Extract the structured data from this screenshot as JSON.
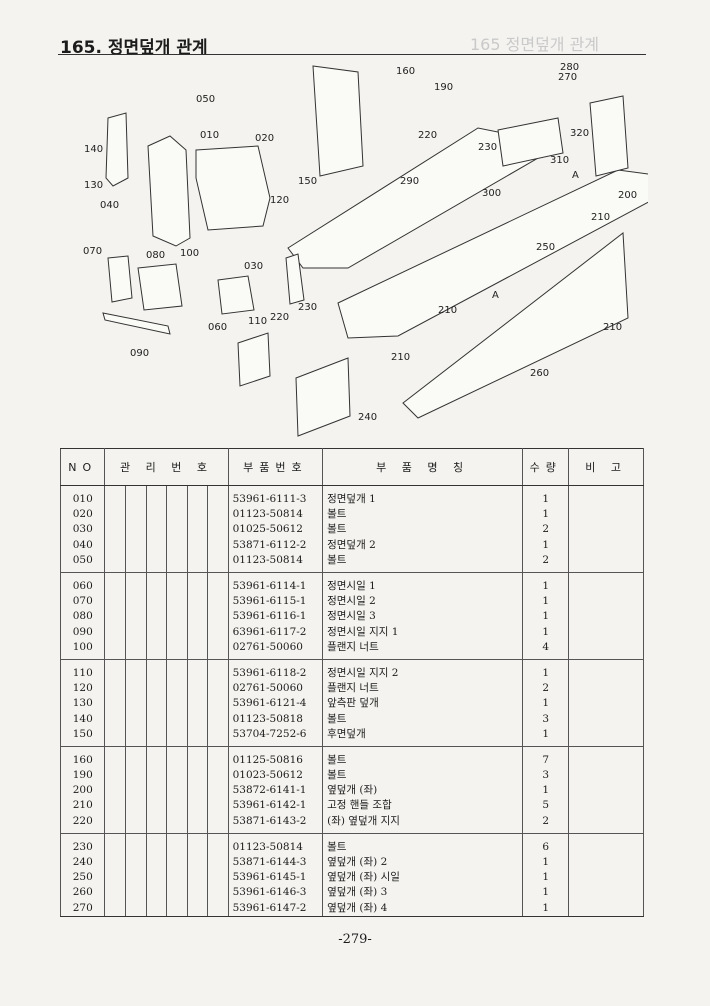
{
  "header": {
    "title": "165. 정면덮개 관계",
    "ghost_text": "165 정면덮개 관계"
  },
  "diagram": {
    "callouts": [
      "010",
      "020",
      "030",
      "040",
      "050",
      "060",
      "070",
      "080",
      "090",
      "100",
      "110",
      "120",
      "130",
      "140",
      "150",
      "160",
      "190",
      "200",
      "210",
      "210",
      "210",
      "210",
      "220",
      "220",
      "230",
      "230",
      "240",
      "250",
      "260",
      "270",
      "280",
      "290",
      "300",
      "310",
      "320",
      "A",
      "A"
    ]
  },
  "table": {
    "headers": {
      "no": "NO",
      "mgmt": "관 리 번 호",
      "part_no": "부품번호",
      "part_name": "부 품 명 칭",
      "qty": "수량",
      "remarks": "비 고"
    },
    "groups": [
      [
        {
          "no": "010",
          "part_no": "53961-6111-3",
          "name": "정면덮개 1",
          "qty": "1"
        },
        {
          "no": "020",
          "part_no": "01123-50814",
          "name": "볼트",
          "qty": "1"
        },
        {
          "no": "030",
          "part_no": "01025-50612",
          "name": "볼트",
          "qty": "2"
        },
        {
          "no": "040",
          "part_no": "53871-6112-2",
          "name": "정면덮개 2",
          "qty": "1"
        },
        {
          "no": "050",
          "part_no": "01123-50814",
          "name": "볼트",
          "qty": "2"
        }
      ],
      [
        {
          "no": "060",
          "part_no": "53961-6114-1",
          "name": "정면시일 1",
          "qty": "1"
        },
        {
          "no": "070",
          "part_no": "53961-6115-1",
          "name": "정면시일 2",
          "qty": "1"
        },
        {
          "no": "080",
          "part_no": "53961-6116-1",
          "name": "정면시일 3",
          "qty": "1"
        },
        {
          "no": "090",
          "part_no": "63961-6117-2",
          "name": "정면시일 지지 1",
          "qty": "1"
        },
        {
          "no": "100",
          "part_no": "02761-50060",
          "name": "플랜지 너트",
          "qty": "4"
        }
      ],
      [
        {
          "no": "110",
          "part_no": "53961-6118-2",
          "name": "정면시일 지지 2",
          "qty": "1"
        },
        {
          "no": "120",
          "part_no": "02761-50060",
          "name": "플랜지 너트",
          "qty": "2"
        },
        {
          "no": "130",
          "part_no": "53961-6121-4",
          "name": "앞측판 덮개",
          "qty": "1"
        },
        {
          "no": "140",
          "part_no": "01123-50818",
          "name": "볼트",
          "qty": "3"
        },
        {
          "no": "150",
          "part_no": "53704-7252-6",
          "name": "후면덮개",
          "qty": "1"
        }
      ],
      [
        {
          "no": "160",
          "part_no": "01125-50816",
          "name": "볼트",
          "qty": "7"
        },
        {
          "no": "190",
          "part_no": "01023-50612",
          "name": "볼트",
          "qty": "3"
        },
        {
          "no": "200",
          "part_no": "53872-6141-1",
          "name": "옆덮개 (좌)",
          "qty": "1"
        },
        {
          "no": "210",
          "part_no": "53961-6142-1",
          "name": "고정 핸들 조합",
          "qty": "5"
        },
        {
          "no": "220",
          "part_no": "53871-6143-2",
          "name": "(좌) 옆덮개 지지",
          "qty": "2"
        }
      ],
      [
        {
          "no": "230",
          "part_no": "01123-50814",
          "name": "볼트",
          "qty": "6"
        },
        {
          "no": "240",
          "part_no": "53871-6144-3",
          "name": "옆덮개 (좌) 2",
          "qty": "1"
        },
        {
          "no": "250",
          "part_no": "53961-6145-1",
          "name": "옆덮개 (좌) 시일",
          "qty": "1"
        },
        {
          "no": "260",
          "part_no": "53961-6146-3",
          "name": "옆덮개 (좌) 3",
          "qty": "1"
        },
        {
          "no": "270",
          "part_no": "53961-6147-2",
          "name": "옆덮개 (좌) 4",
          "qty": "1"
        }
      ]
    ]
  },
  "footer": {
    "page_number": "-279-"
  }
}
